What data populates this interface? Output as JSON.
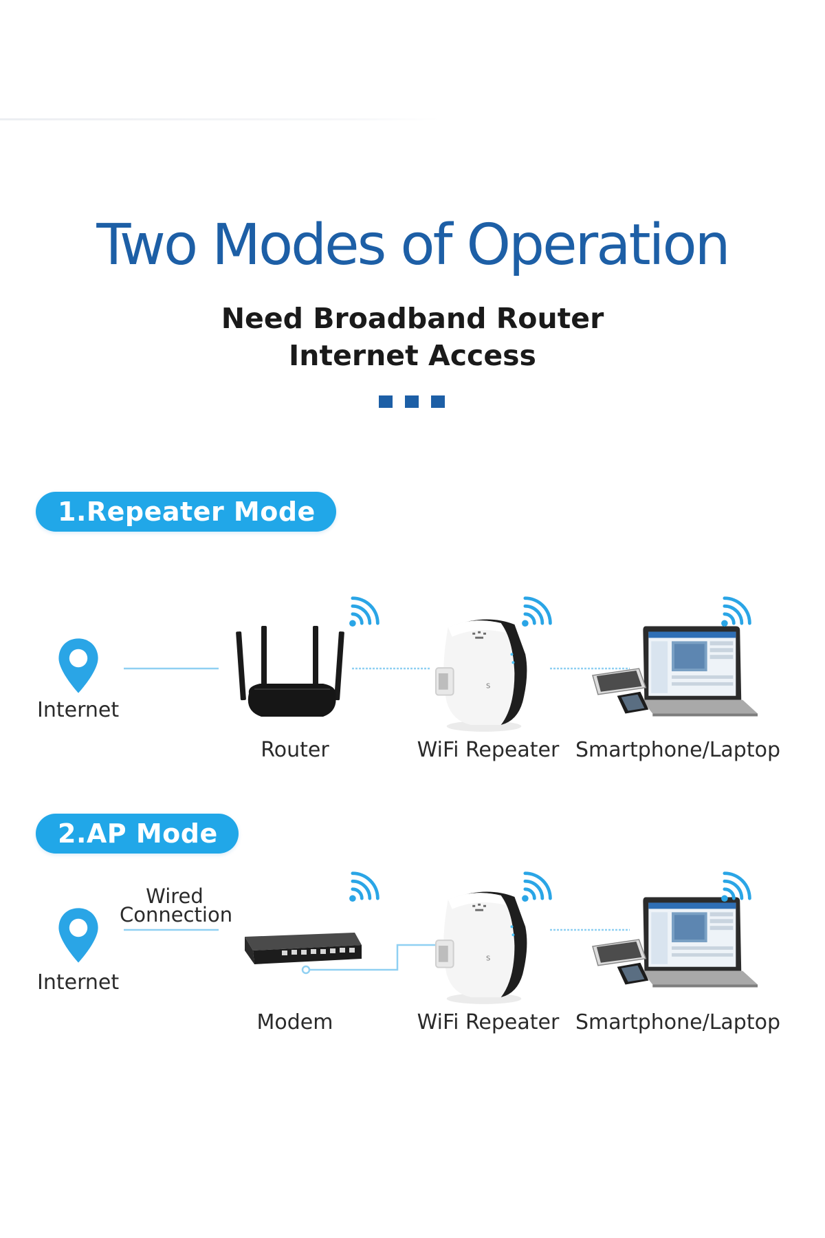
{
  "header": {
    "title": "Two Modes of Operation",
    "subtitle_line1": "Need Broadband Router",
    "subtitle_line2": "Internet Access"
  },
  "colors": {
    "accent_blue": "#1d5fa6",
    "pill_blue": "#21a7e8",
    "line_blue": "#8fd0f2"
  },
  "modes": [
    {
      "badge": "1.Repeater Mode",
      "source_label": "Internet",
      "device_label": "Router",
      "repeater_label": "WiFi Repeater",
      "client_label": "Smartphone/Laptop"
    },
    {
      "badge": "2.AP Mode",
      "source_label": "Internet",
      "wired_label_line1": "Wired",
      "wired_label_line2": "Connection",
      "device_label": "Modem",
      "repeater_label": "WiFi Repeater",
      "client_label": "Smartphone/Laptop"
    }
  ],
  "icons": [
    "location-pin-icon",
    "wifi-signal-icon",
    "router-icon",
    "modem-switch-icon",
    "wifi-repeater-icon",
    "laptop-phone-icon"
  ]
}
